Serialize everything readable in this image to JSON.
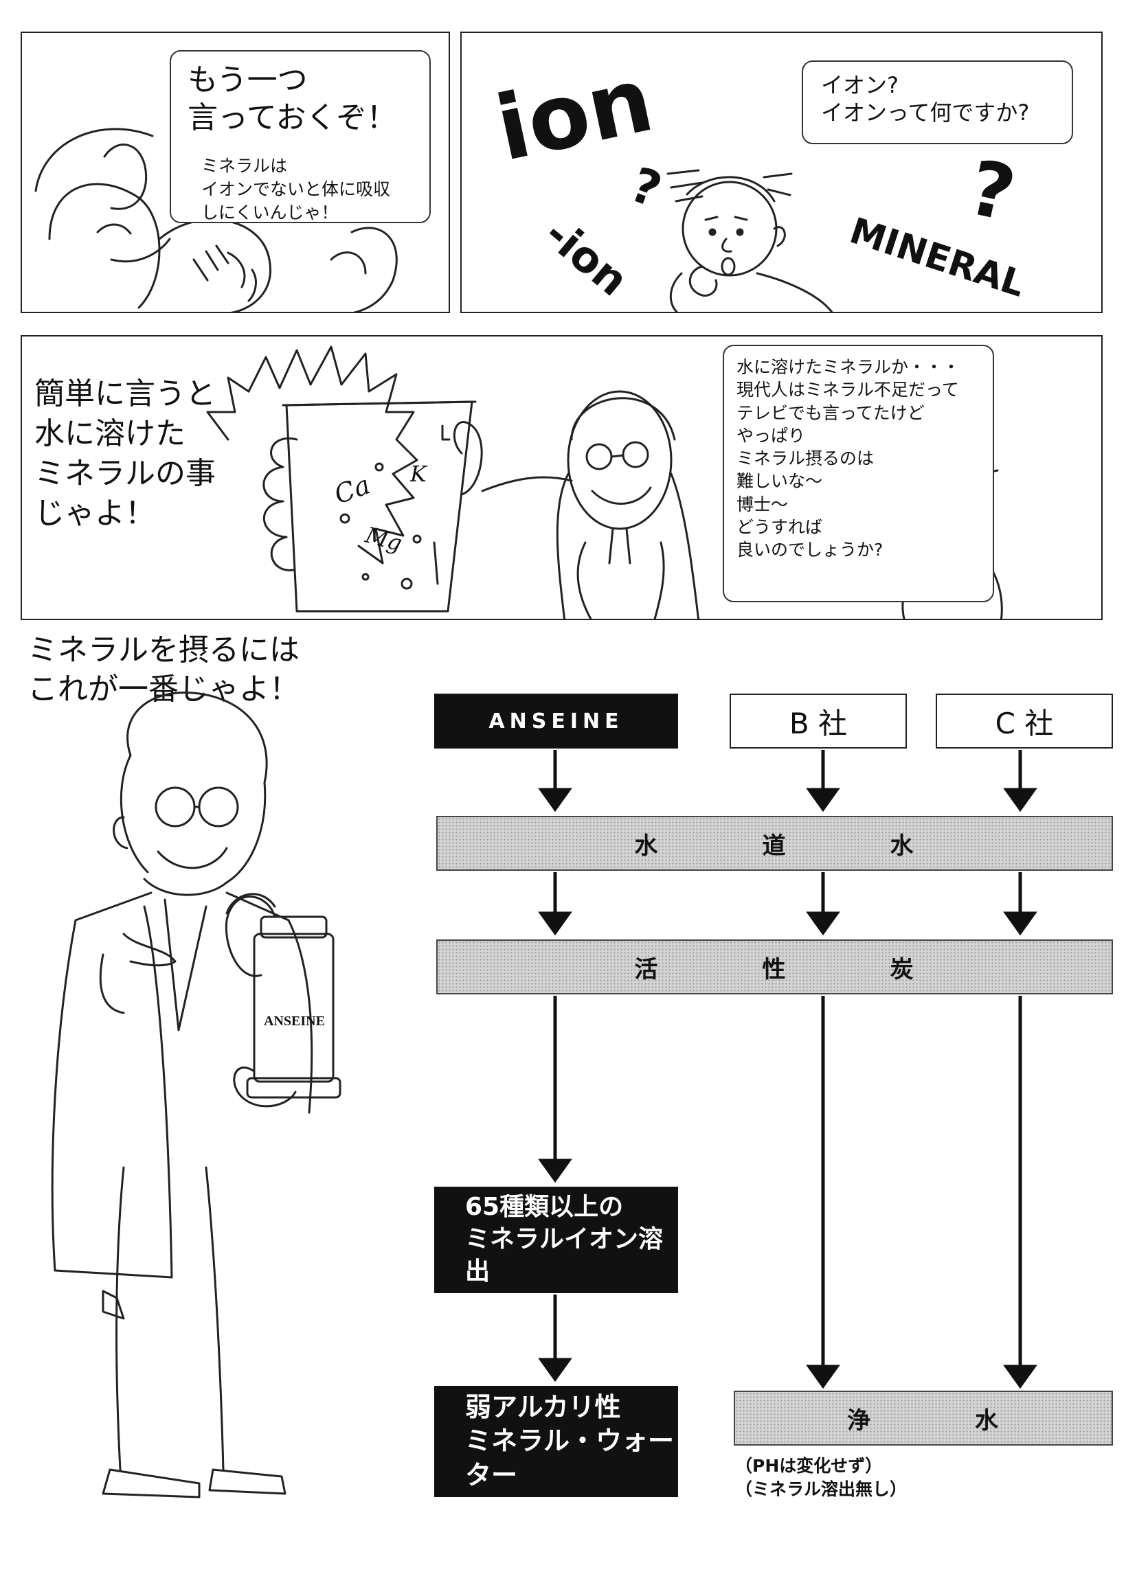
{
  "panel1": {
    "speech_title": "もう一つ\n言っておくぞ！",
    "speech_body": "ミネラルは\nイオンでないと体に吸収\nしにくいんじゃ！"
  },
  "panel2": {
    "speech": "イオン?\nイオンって何ですか?",
    "word_ion": "ion",
    "word_ion_suffix": "-ion",
    "word_mineral": "MINERAL",
    "question_mark": "?"
  },
  "panel3": {
    "doctor_speech": "簡単に言うと\n水に溶けた\nミネラルの事\nじゃよ！",
    "beaker_labels": [
      "Ca",
      "K",
      "Mg"
    ],
    "boy_speech": "水に溶けたミネラルか・・・\n現代人はミネラル不足だって\nテレビでも言ってたけど\nやっぱり\nミネラル摂るのは\n難しいな〜\n博士〜\nどうすれば\n良いのでしょうか?"
  },
  "bottom": {
    "doctor_caption": "ミネラルを摂るには\nこれが一番じゃよ！",
    "filter_label": "ANSEINE"
  },
  "flow": {
    "companies": [
      "ANSEINE",
      "B 社",
      "C 社"
    ],
    "tap_water": [
      "水",
      "道",
      "水"
    ],
    "activated_carbon": [
      "活",
      "性",
      "炭"
    ],
    "anseine_step": "65種類以上の\nミネラルイオン溶出",
    "anseine_result": "弱アルカリ性\nミネラル・ウォーター",
    "purified_water": [
      "浄",
      "水"
    ],
    "purified_note": "（PHは変化せず）\n（ミネラル溶出無し）"
  }
}
